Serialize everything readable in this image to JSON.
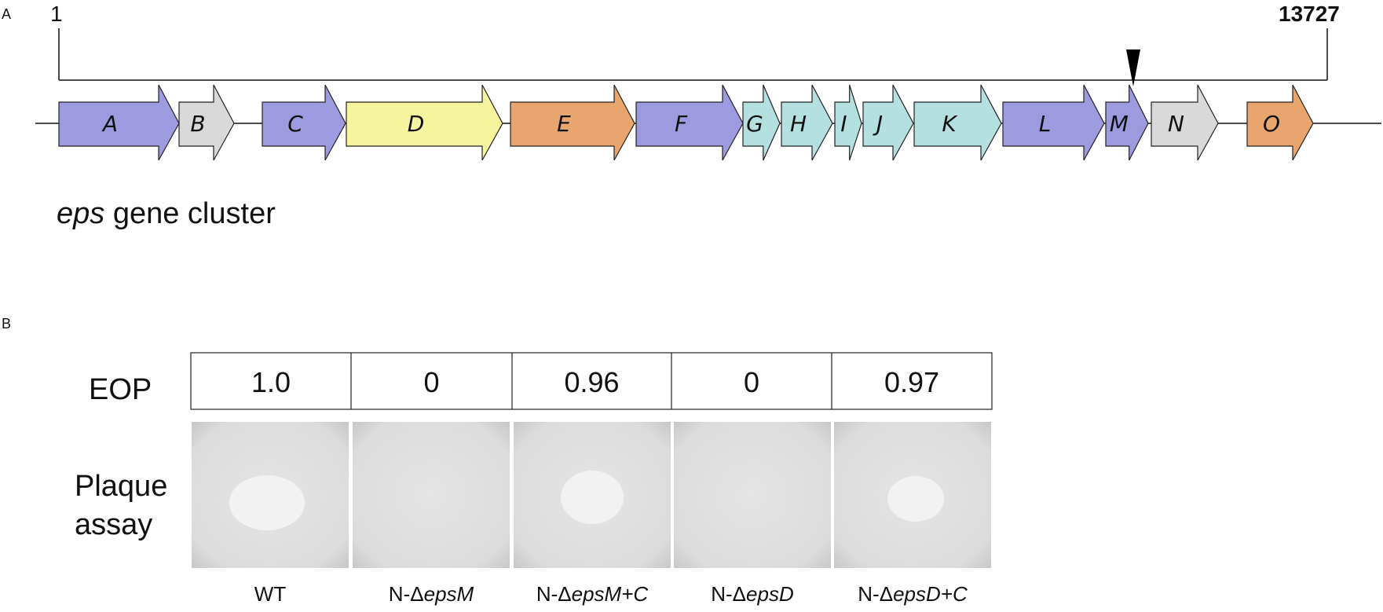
{
  "panels": {
    "a": "A",
    "b": "B"
  },
  "ruler": {
    "start": "1",
    "end": "13727"
  },
  "cluster": {
    "label_italic": "eps",
    "label_rest": " gene cluster"
  },
  "genes": [
    {
      "name": "A",
      "color": "#9e9ae0"
    },
    {
      "name": "B",
      "color": "#d9d9d9"
    },
    {
      "name": "C",
      "color": "#9e9ae0"
    },
    {
      "name": "D",
      "color": "#f5f5a0"
    },
    {
      "name": "E",
      "color": "#e8a66e"
    },
    {
      "name": "F",
      "color": "#9e9ae0"
    },
    {
      "name": "G",
      "color": "#b5e0e0"
    },
    {
      "name": "H",
      "color": "#b5e0e0"
    },
    {
      "name": "I",
      "color": "#b5e0e0"
    },
    {
      "name": "J",
      "color": "#b5e0e0"
    },
    {
      "name": "K",
      "color": "#b5e0e0"
    },
    {
      "name": "L",
      "color": "#9e9ae0"
    },
    {
      "name": "M",
      "color": "#9e9ae0"
    },
    {
      "name": "N",
      "color": "#d9d9d9"
    },
    {
      "name": "O",
      "color": "#e8a66e"
    }
  ],
  "marker": {
    "gene": "M"
  },
  "eop": {
    "row_label": "EOP",
    "values": [
      "1.0",
      "0",
      "0.96",
      "0",
      "0.97"
    ]
  },
  "plaque": {
    "row_label_line1": "Plaque",
    "row_label_line2": "assay",
    "plaque_visible": [
      true,
      false,
      true,
      false,
      true
    ]
  },
  "strains": [
    {
      "prefix": "WT",
      "italic": "",
      "suffix": ""
    },
    {
      "prefix": "N-Δ",
      "italic": "epsM",
      "suffix": ""
    },
    {
      "prefix": "N-Δ",
      "italic": "epsM+C",
      "suffix": ""
    },
    {
      "prefix": "N-Δ",
      "italic": "epsD",
      "suffix": ""
    },
    {
      "prefix": "N-Δ",
      "italic": "epsD+C",
      "suffix": ""
    }
  ]
}
